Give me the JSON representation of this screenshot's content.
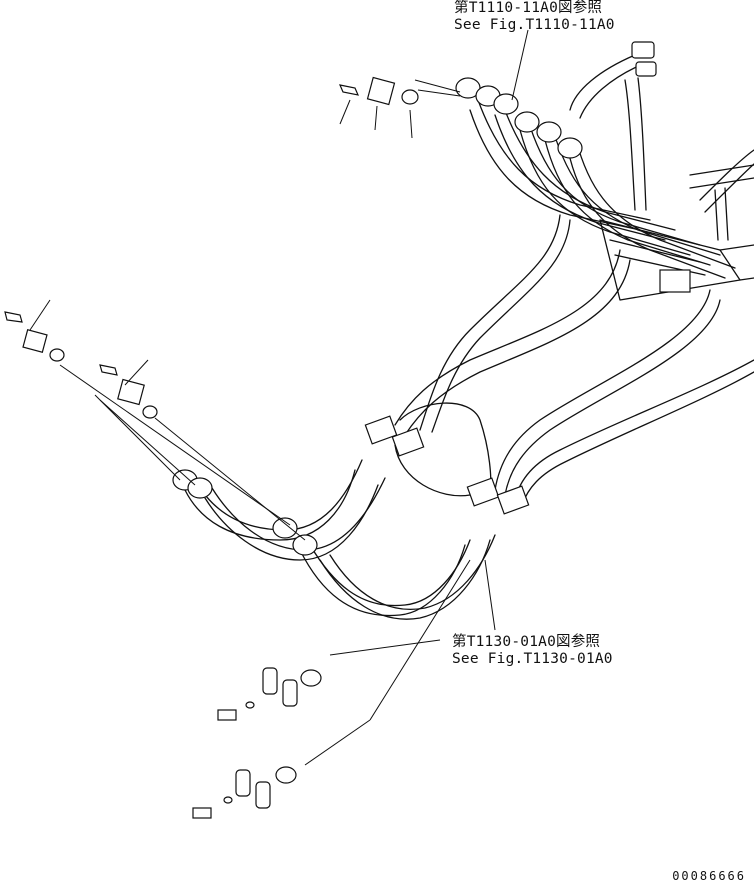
{
  "references": [
    {
      "id": "ref-t1110",
      "line_jp": "第T1110-11A0図参照",
      "line_en": "See Fig.T1110-11A0"
    },
    {
      "id": "ref-t1130",
      "line_jp": "第T1130-01A0図参照",
      "line_en": "See Fig.T1130-01A0"
    }
  ],
  "drawing_number": "00086666"
}
